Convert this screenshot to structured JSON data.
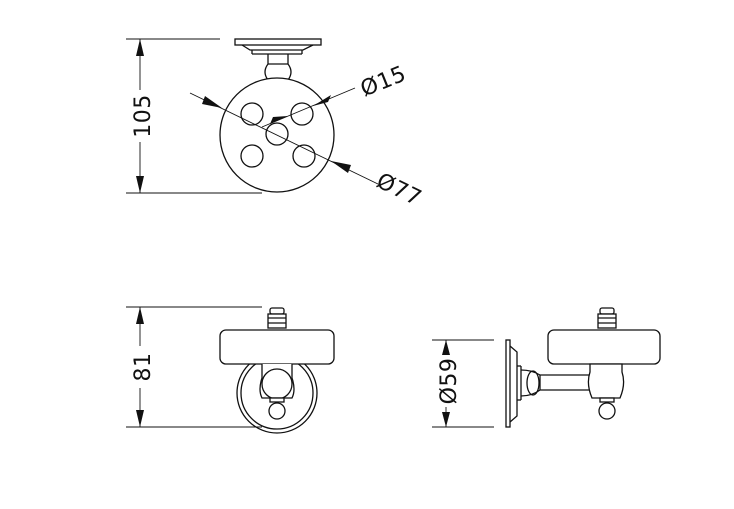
{
  "drawing": {
    "top_view": {
      "height_label": "105",
      "hole_diameter_label": "Ø15",
      "plate_diameter_label": "Ø77"
    },
    "front_view": {
      "height_label": "81"
    },
    "side_view": {
      "base_diameter_label": "Ø59"
    }
  }
}
